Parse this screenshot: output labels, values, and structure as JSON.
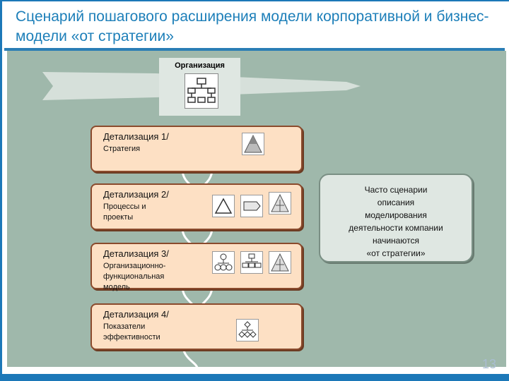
{
  "slide": {
    "title": "Сценарий пошагового расширения модели корпоративной и бизнес-модели «от стратегии»",
    "page_number": "13"
  },
  "organization": {
    "label": "Организация",
    "icon": "org-chart-icon"
  },
  "cards": [
    {
      "title": "Детализация 1/",
      "subtitle": "Стратегия",
      "icons": [
        "pyramid-icon"
      ]
    },
    {
      "title": "Детализация 2/",
      "subtitle": "Процессы и\nпроекты",
      "icons": [
        "triangle-cycle-icon",
        "process-flow-icon",
        "matrix-pyramid-icon"
      ]
    },
    {
      "title": "Детализация 3/",
      "subtitle": "Организационно-\nфункциональная\n модель",
      "icons": [
        "tree-circles-icon",
        "org-chart-icon",
        "matrix-pyramid-icon"
      ]
    },
    {
      "title": "Детализация 4/",
      "subtitle": "Показатели\nэффективности",
      "icons": [
        "kpi-tree-icon"
      ]
    }
  ],
  "note": {
    "text": "Часто сценарии\nописания\nмоделирования\nдеятельности компании\nначинаются\n«от стратегии»"
  },
  "colors": {
    "accent": "#1d7fb9",
    "panel": "#9fb8ab",
    "card_fill": "#fde0c4",
    "card_border": "#8a4a2c",
    "note_fill": "#dfe7e2"
  }
}
